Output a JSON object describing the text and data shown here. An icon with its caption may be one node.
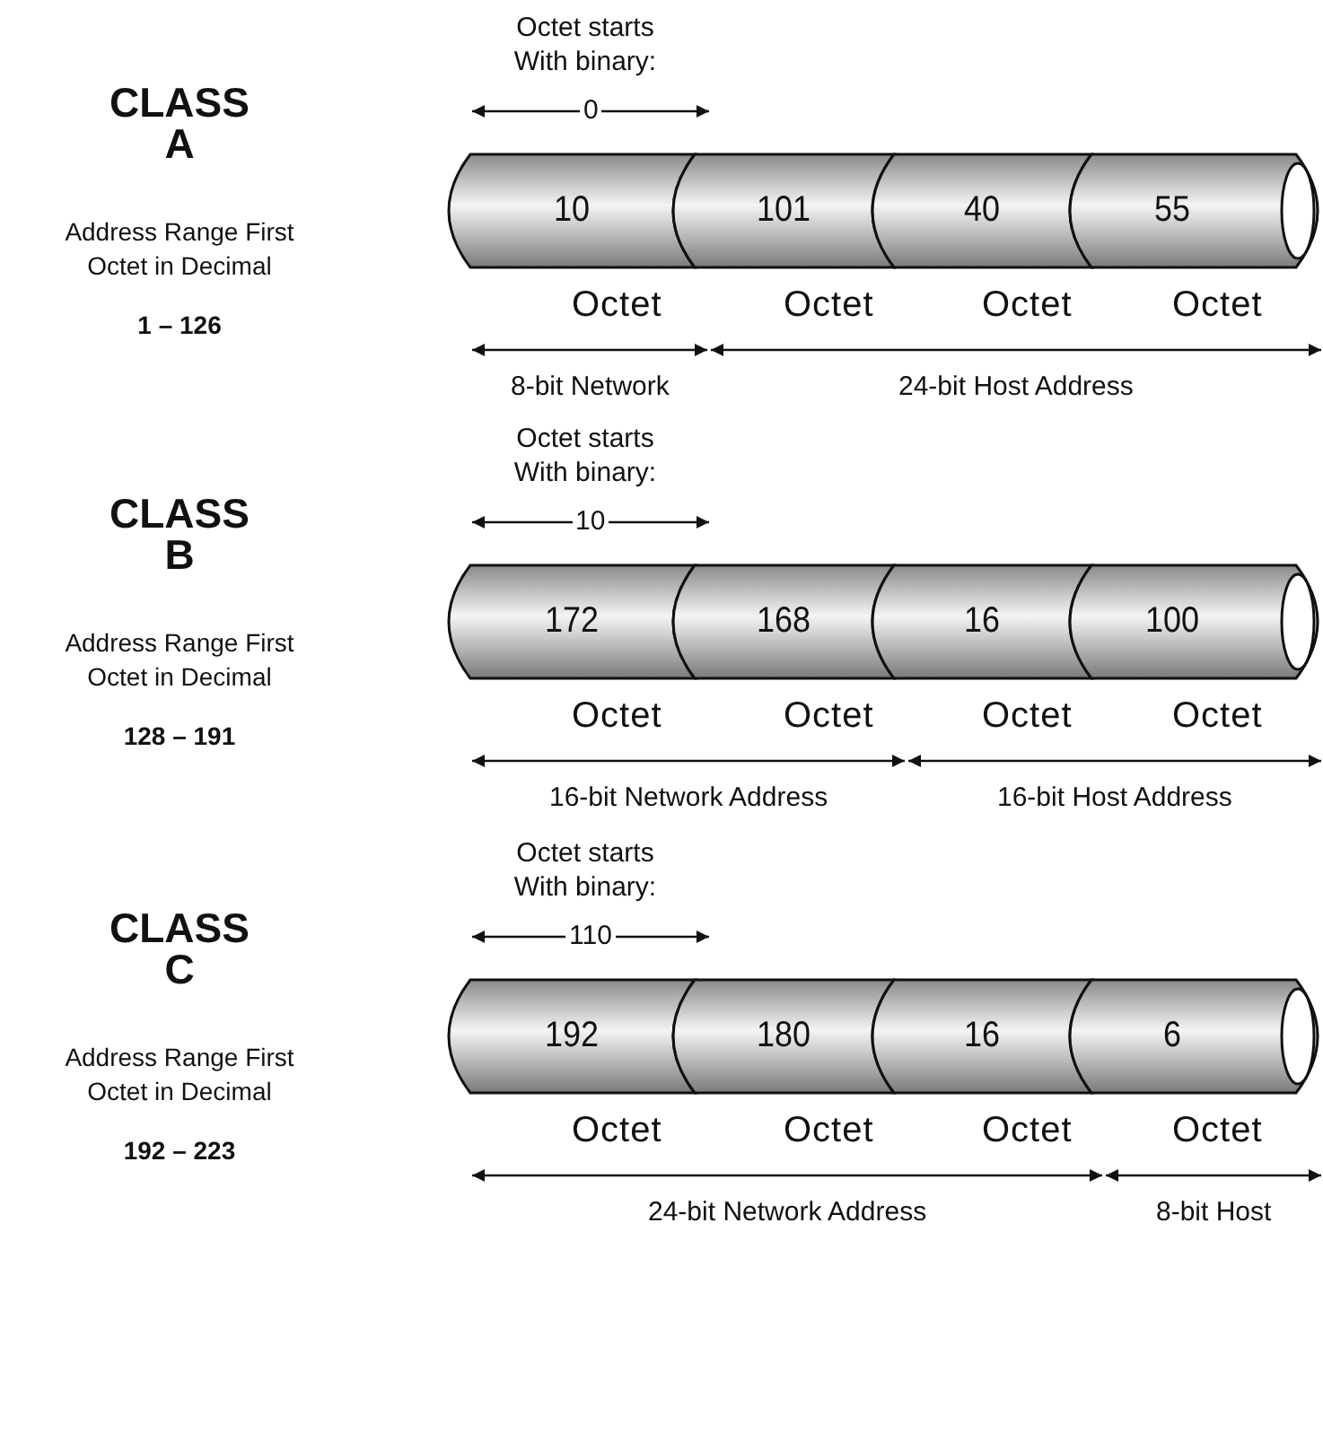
{
  "diagram": {
    "nodes": [
      {
        "text": [
          "10"
        ],
        "beside": [
          "Octet"
        ]
      },
      {
        "text": [
          "101"
        ],
        "beside": [
          "Octet"
        ]
      },
      {
        "text": [
          "40"
        ],
        "beside": [
          "Octet"
        ]
      },
      {
        "text": [
          "55"
        ],
        "beside": [
          "Octet"
        ]
      },
      {
        "text": [
          "172"
        ],
        "beside": [
          "Octet"
        ]
      },
      {
        "text": [
          "168"
        ],
        "beside": [
          "Octet"
        ]
      },
      {
        "text": [
          "16"
        ],
        "beside": [
          "Octet"
        ]
      },
      {
        "text": [
          "100"
        ],
        "beside": [
          "Octet"
        ]
      },
      {
        "text": [
          "192"
        ],
        "beside": [
          "Octet"
        ]
      },
      {
        "text": [
          "180"
        ],
        "beside": [
          "Octet"
        ]
      },
      {
        "text": [
          "16"
        ],
        "beside": [
          "Octet"
        ]
      },
      {
        "text": [
          "6"
        ],
        "beside": [
          "Octet"
        ]
      }
    ],
    "edges": [],
    "labels": [
      "CLASS A",
      "Address Range First Octet in Decimal",
      "1 – 126",
      "Octet starts With binary:",
      "0",
      "8-bit Network",
      "24-bit Host Address",
      "CLASS B",
      "Address Range First Octet in Decimal",
      "128 – 191",
      "Octet starts With binary:",
      "10",
      "16-bit Network Address",
      "16-bit Host Address",
      "CLASS C",
      "Address Range First Octet in Decimal",
      "192 – 223",
      "Octet starts With binary:",
      "110",
      "24-bit Network Address",
      "8-bit Host"
    ]
  }
}
